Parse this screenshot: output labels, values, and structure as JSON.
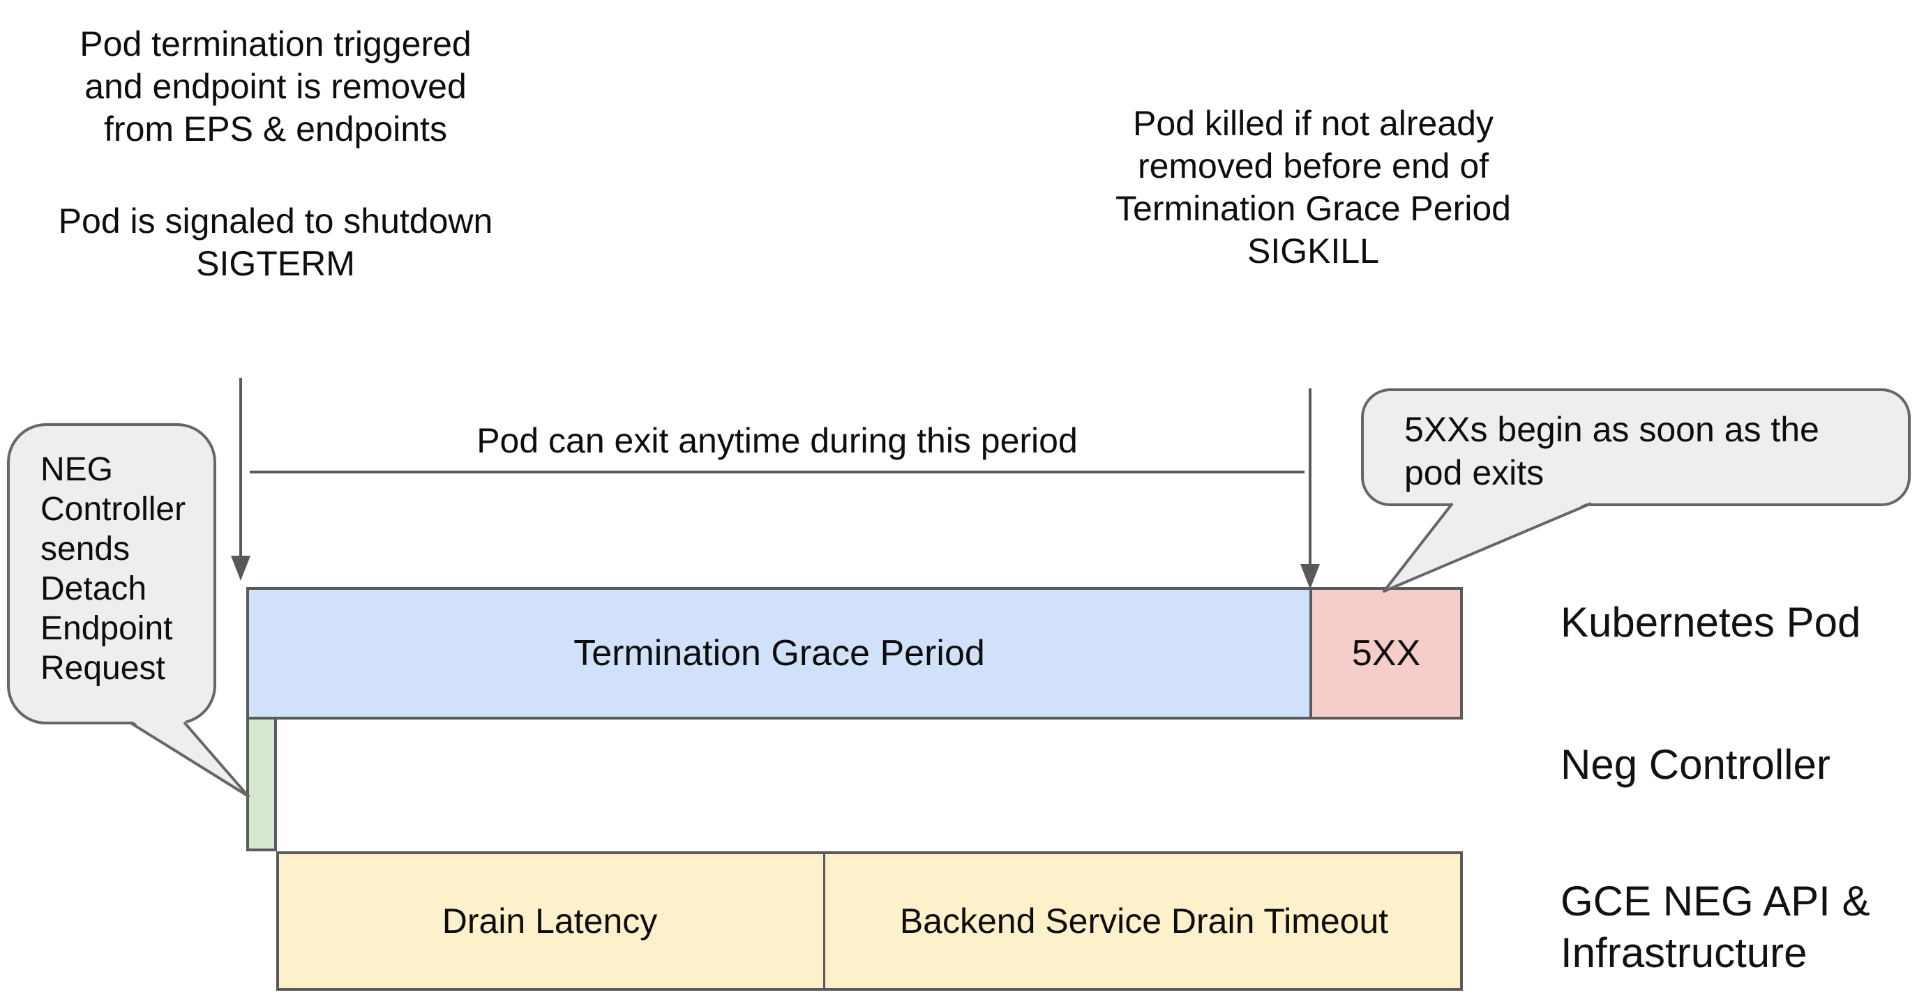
{
  "title_implicit": "Pod termination / NEG endpoint drain timeline",
  "colors": {
    "background": "#ffffff",
    "bar_border": "#5a5a5a",
    "arrow_and_line": "#595959",
    "bubble_fill": "#eeeeee",
    "bubble_border": "#666666",
    "termination_grace_period_fill": "#d0e1f9",
    "five_xx_fill": "#f5cdcb",
    "detach_request_fill": "#d7e8d2",
    "drain_bar_fill": "#fcf1ca",
    "text": "#0d0d0d"
  },
  "top_left_note": {
    "lines": [
      "Pod termination triggered",
      "and endpoint is removed",
      "from EPS & endpoints"
    ],
    "lines2": [
      "Pod is signaled to shutdown",
      "SIGTERM"
    ]
  },
  "top_right_note": {
    "lines": [
      "Pod killed if not already",
      "removed before end of",
      "Termination Grace Period",
      "SIGKILL"
    ]
  },
  "period_line_label": "Pod can exit anytime during this period",
  "left_bubble": {
    "lines": [
      "NEG",
      "Controller",
      "sends",
      "Detach",
      "Endpoint",
      "Request"
    ]
  },
  "right_bubble": {
    "lines": [
      "5XXs begin as soon as the",
      "pod exits"
    ]
  },
  "bars": {
    "termination_grace_period": {
      "label": "Termination Grace Period"
    },
    "five_xx": {
      "label": "5XX"
    },
    "neg_detach_request": {
      "label": ""
    },
    "drain_latency": {
      "label": "Drain Latency"
    },
    "backend_service_drain_timeout": {
      "label": "Backend Service Drain Timeout"
    }
  },
  "row_labels": {
    "kubernetes_pod": "Kubernetes Pod",
    "neg_controller": "Neg Controller",
    "gce_lines": [
      "GCE NEG API &",
      "Infrastructure"
    ]
  }
}
